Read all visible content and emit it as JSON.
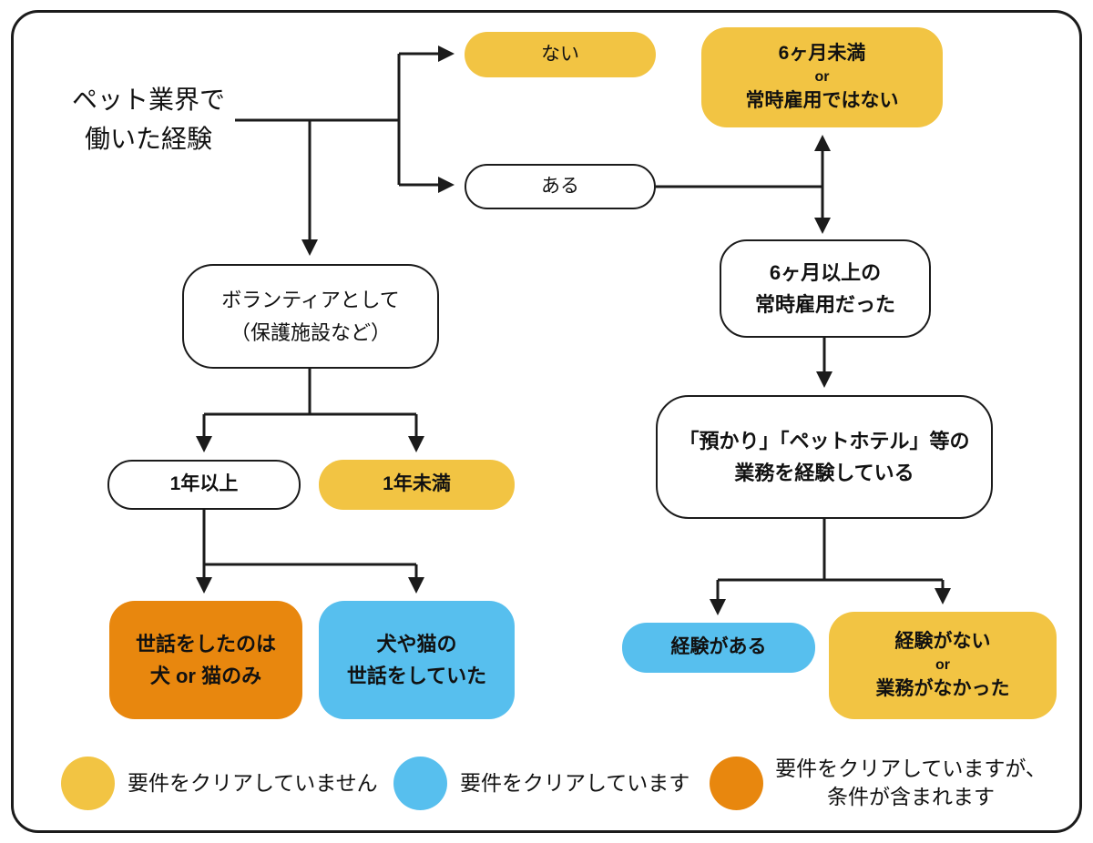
{
  "colors": {
    "yellow": "#F2C443",
    "blue": "#57BFEE",
    "orange": "#E8870E",
    "line": "#1B1B1B"
  },
  "title": {
    "line1": "ペット業界で",
    "line2": "働いた経験"
  },
  "nodes": {
    "nai": {
      "label": "ない"
    },
    "six_months_under": {
      "line1": "6ヶ月未満",
      "line2": "or",
      "line3": "常時雇用ではない"
    },
    "aru": {
      "label": "ある"
    },
    "volunteer": {
      "line1": "ボランティアとして",
      "line2": "（保護施設など）"
    },
    "six_months_over": {
      "line1": "6ヶ月以上の",
      "line2": "常時雇用だった"
    },
    "hotel_work": {
      "line1": "「預かり」「ペットホテル」等の",
      "line2": "業務を経験している"
    },
    "one_year_over": {
      "label": "1年以上"
    },
    "one_year_under": {
      "label": "1年未満"
    },
    "cared_dog_or_cat_only": {
      "line1": "世話をしたのは",
      "line2": "犬 or 猫のみ"
    },
    "cared_dogs_cats": {
      "line1": "犬や猫の",
      "line2": "世話をしていた"
    },
    "has_experience": {
      "label": "経験がある"
    },
    "no_experience": {
      "line1": "経験がない",
      "line2": "or",
      "line3": "業務がなかった"
    }
  },
  "legend": {
    "items": [
      {
        "color": "yellow",
        "label": "要件をクリアしていません"
      },
      {
        "color": "blue",
        "label": "要件をクリアしています"
      },
      {
        "color": "orange",
        "label_line1": "要件をクリアしていますが、",
        "label_line2": "条件が含まれます"
      }
    ]
  }
}
